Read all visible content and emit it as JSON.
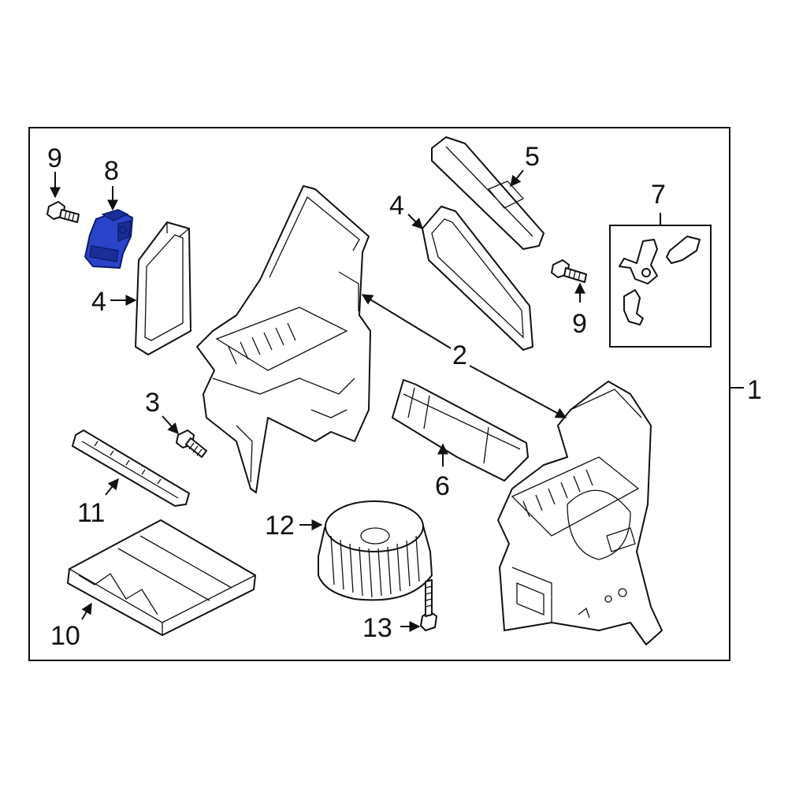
{
  "callouts": {
    "c1": "1",
    "c2": "2",
    "c3": "3",
    "c4a": "4",
    "c4b": "4",
    "c5": "5",
    "c6": "6",
    "c7": "7",
    "c8": "8",
    "c9a": "9",
    "c9b": "9",
    "c10": "10",
    "c11": "11",
    "c12": "12",
    "c13": "13"
  },
  "colors": {
    "highlight": "#2a43c8",
    "line": "#111111",
    "background": "#ffffff"
  }
}
